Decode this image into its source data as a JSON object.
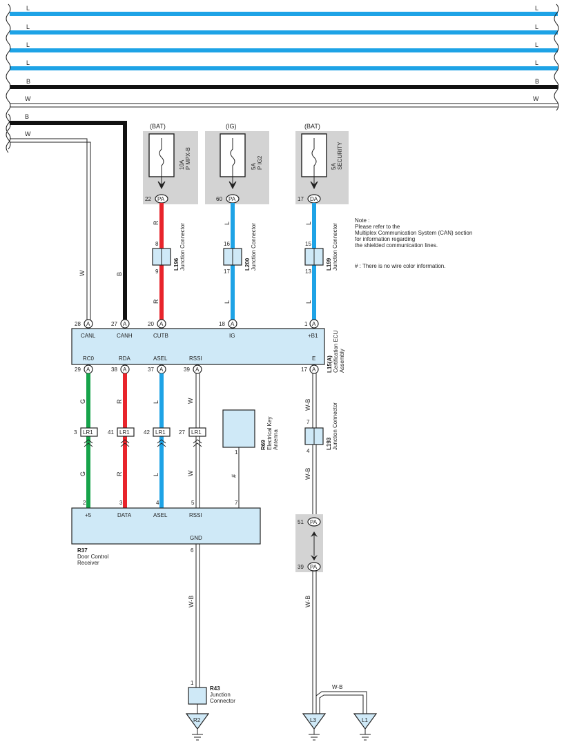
{
  "bus_lines": [
    {
      "color": "L",
      "stroke": "#1ea3e6"
    },
    {
      "color": "L",
      "stroke": "#1ea3e6"
    },
    {
      "color": "L",
      "stroke": "#1ea3e6"
    },
    {
      "color": "L",
      "stroke": "#1ea3e6"
    },
    {
      "color": "B",
      "stroke": "#111111"
    },
    {
      "color": "W",
      "stroke": "#ffffff"
    }
  ],
  "left_wires": {
    "b": "B",
    "w": "W"
  },
  "fuses": [
    {
      "source": "(BAT)",
      "rating": "10A",
      "name": "P MPX-B",
      "pin": "22",
      "conn": "PA"
    },
    {
      "source": "(IG)",
      "rating": "5A",
      "name": "P IG2",
      "pin": "60",
      "conn": "PA"
    },
    {
      "source": "(BAT)",
      "rating": "5A",
      "name": "SECURITY",
      "pin": "17",
      "conn": "DA"
    }
  ],
  "upper_junctions": [
    {
      "id": "L196",
      "desc": "Junction Connector",
      "in": "8",
      "out": "9",
      "wire_top": "R",
      "wire_bot": "R"
    },
    {
      "id": "L200",
      "desc": "Junction Connector",
      "in": "16",
      "out": "17",
      "wire_top": "L",
      "wire_bot": "L"
    },
    {
      "id": "L199",
      "desc": "Junction Connector",
      "in": "15",
      "out": "13",
      "wire_top": "L",
      "wire_bot": "L"
    }
  ],
  "note": {
    "line1": "Note :",
    "line2": "Please refer to the",
    "line3": "Multiplex Communication System (CAN) section",
    "line4": "for information regarding",
    "line5": "the shielded communication lines.",
    "hash": "# : There is no wire color information."
  },
  "ecu": {
    "id": "L15(A)",
    "desc1": "Certification ECU",
    "desc2": "Assembly",
    "top_pins": [
      {
        "num": "28",
        "conn": "A",
        "label": "CANL"
      },
      {
        "num": "27",
        "conn": "A",
        "label": "CANH"
      },
      {
        "num": "20",
        "conn": "A",
        "label": "CUTB"
      },
      {
        "num": "18",
        "conn": "A",
        "label": "IG"
      },
      {
        "num": "1",
        "conn": "A",
        "label": "+B1"
      }
    ],
    "bottom_pins": [
      {
        "num": "29",
        "conn": "A",
        "label": "RC0"
      },
      {
        "num": "38",
        "conn": "A",
        "label": "RDA"
      },
      {
        "num": "37",
        "conn": "A",
        "label": "ASEL"
      },
      {
        "num": "39",
        "conn": "A",
        "label": "RSSI"
      },
      {
        "num": "17",
        "conn": "A",
        "label": "E"
      }
    ],
    "left_wire_w": "W",
    "left_wire_b": "B"
  },
  "lr1_connectors": [
    {
      "left": "3",
      "conn": "LR1",
      "wire_top": "G",
      "wire_bot": "G"
    },
    {
      "left": "41",
      "conn": "LR1",
      "wire_top": "R",
      "wire_bot": "R"
    },
    {
      "left": "42",
      "conn": "LR1",
      "wire_top": "L",
      "wire_bot": "L"
    },
    {
      "left": "27",
      "conn": "LR1",
      "wire_top": "W",
      "wire_bot": "W"
    }
  ],
  "antenna": {
    "id": "R69",
    "desc1": "Electrical Key",
    "desc2": "Antenna",
    "pin": "1",
    "wire": "#"
  },
  "receiver": {
    "id": "R37",
    "desc1": "Door Control",
    "desc2": "Receiver",
    "pins": [
      {
        "num": "2",
        "label": "+5"
      },
      {
        "num": "3",
        "label": "DATA"
      },
      {
        "num": "4",
        "label": "ASEL"
      },
      {
        "num": "5",
        "label": "RSSI"
      },
      {
        "num": "7",
        "label": ""
      }
    ],
    "gnd_label": "GND",
    "gnd_pin": "6"
  },
  "l193": {
    "id": "L193",
    "desc": "Junction Connector",
    "in": "7",
    "out": "4",
    "wire1": "W-B",
    "wire2": "W-B"
  },
  "pa_pair": {
    "top_pin": "51",
    "top_conn": "PA",
    "bot_pin": "39",
    "bot_conn": "PA",
    "wire": "W-B"
  },
  "r43": {
    "id": "R43",
    "desc1": "Junction",
    "desc2": "Connector",
    "pin": "1",
    "wire": "W-B"
  },
  "grounds": [
    {
      "label": "R2"
    },
    {
      "label": "L3"
    },
    {
      "label": "L1"
    }
  ],
  "ground_branch_wire": "W-B"
}
